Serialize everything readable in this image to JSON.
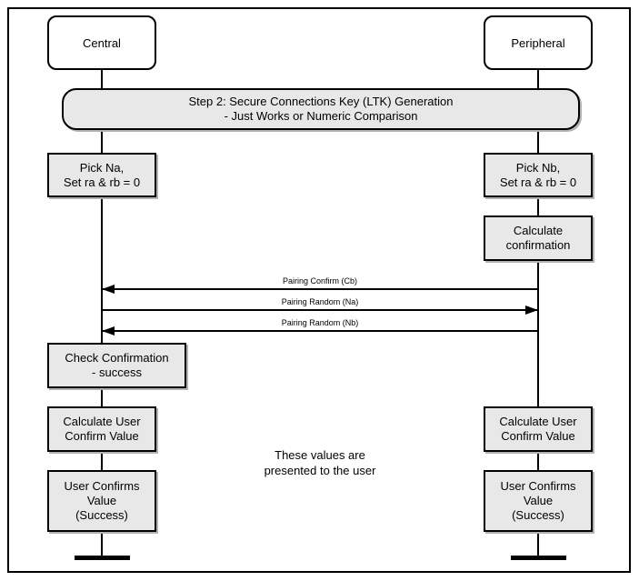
{
  "actors": {
    "central": "Central",
    "peripheral": "Peripheral"
  },
  "banner": {
    "line1": "Step 2: Secure Connections Key (LTK) Generation",
    "line2": "- Just Works or Numeric Comparison"
  },
  "central_lane": {
    "pick": {
      "line1": "Pick Na,",
      "line2": "Set ra & rb = 0"
    },
    "check_confirmation": {
      "line1": "Check Confirmation",
      "line2": "- success"
    },
    "calculate_user_confirm": {
      "line1": "Calculate User",
      "line2": "Confirm Value"
    },
    "user_confirms": {
      "line1": "User Confirms",
      "line2": "Value",
      "line3": "(Success)"
    }
  },
  "peripheral_lane": {
    "pick": {
      "line1": "Pick Nb,",
      "line2": "Set ra & rb = 0"
    },
    "calculate_confirmation": {
      "line1": "Calculate",
      "line2": "confirmation"
    },
    "calculate_user_confirm": {
      "line1": "Calculate User",
      "line2": "Confirm Value"
    },
    "user_confirms": {
      "line1": "User Confirms",
      "line2": "Value",
      "line3": "(Success)"
    }
  },
  "messages": [
    {
      "label": "Pairing Confirm (Cb)",
      "direction": "right-to-left"
    },
    {
      "label": "Pairing Random (Na)",
      "direction": "left-to-right"
    },
    {
      "label": "Pairing Random (Nb)",
      "direction": "right-to-left"
    }
  ],
  "note": {
    "line1": "These values are",
    "line2": "presented to the user"
  },
  "colors": {
    "background": "#ffffff",
    "border": "#000000",
    "box_fill": "#e8e8e8",
    "shadow": "#b3b3b3"
  }
}
